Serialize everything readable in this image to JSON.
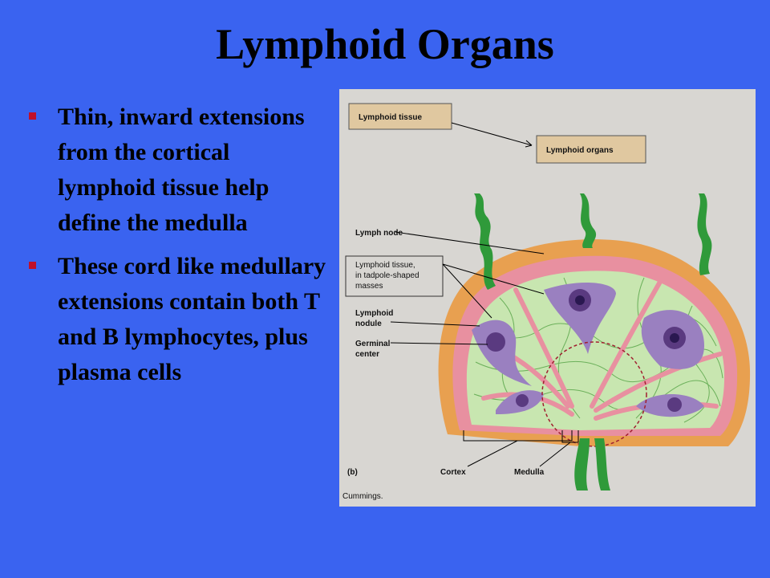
{
  "slide": {
    "title": "Lymphoid Organs",
    "bullets": [
      "Thin, inward extensions from the cortical lymphoid tissue help define the medulla",
      "These cord like medullary extensions contain both T and B lymphocytes, plus plasma cells"
    ]
  },
  "figure": {
    "box_lymphoid_tissue": "Lymphoid tissue",
    "box_lymphoid_organs": "Lymphoid organs",
    "label_lymph_node": "Lymph node",
    "label_tadpole_line1": "Lymphoid tissue,",
    "label_tadpole_line2": "in tadpole-shaped",
    "label_tadpole_line3": "masses",
    "label_nodule_line1": "Lymphoid",
    "label_nodule_line2": "nodule",
    "label_germinal_line1": "Germinal",
    "label_germinal_line2": "center",
    "panel_letter": "(b)",
    "label_cortex": "Cortex",
    "label_medulla": "Medulla",
    "credit": "Cummings."
  },
  "colors": {
    "background": "#3a63f0",
    "bullet_marker": "#c0102a",
    "capsule": "#e8a050",
    "cortex_pink": "#e890a0",
    "tissue_green": "#c8e6b0",
    "vessel_green": "#2f9a3a",
    "nodule_purple": "#9a80c0"
  }
}
